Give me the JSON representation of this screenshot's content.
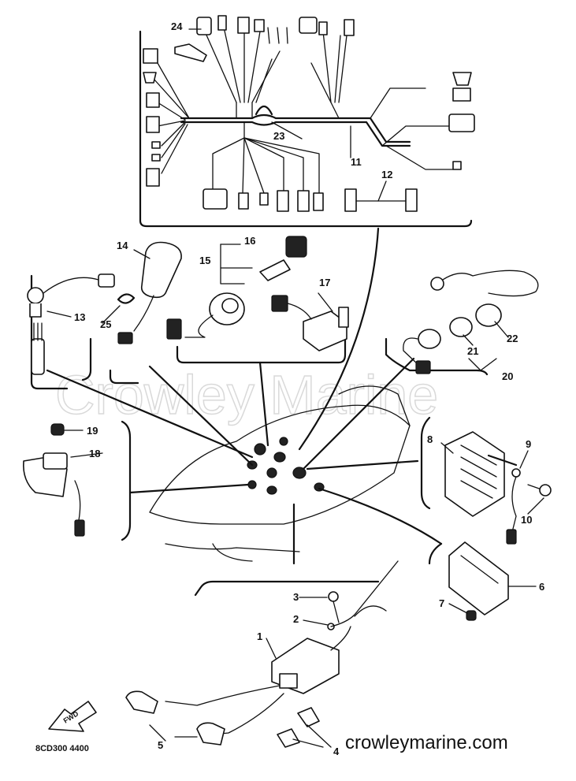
{
  "watermark": "Crowley Marine",
  "website": "crowleymarine.com",
  "diagram_code": "8CD300 4400",
  "fwd_label": "FWD",
  "callouts": {
    "c1": "1",
    "c2": "2",
    "c3": "3",
    "c4": "4",
    "c5": "5",
    "c6": "6",
    "c7": "7",
    "c8": "8",
    "c9": "9",
    "c10": "10",
    "c11": "11",
    "c12": "12",
    "c13": "13",
    "c14": "14",
    "c15": "15",
    "c16": "16",
    "c17": "17",
    "c18": "18",
    "c19": "19",
    "c20": "20",
    "c21": "21",
    "c22": "22",
    "c23": "23",
    "c24": "24",
    "c25": "25"
  }
}
